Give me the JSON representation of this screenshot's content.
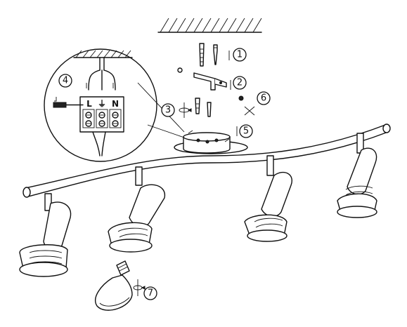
{
  "steps": [
    {
      "id": "step-1",
      "number": "1"
    },
    {
      "id": "step-2",
      "number": "2"
    },
    {
      "id": "step-3",
      "number": "3"
    },
    {
      "id": "step-4",
      "number": "4"
    },
    {
      "id": "step-5",
      "number": "5"
    },
    {
      "id": "step-6",
      "number": "6"
    },
    {
      "id": "step-7",
      "number": "7"
    }
  ],
  "terminals": {
    "live": "L",
    "earth": "⏚",
    "neutral": "N"
  },
  "icons": [
    "ceiling-hatch-icon",
    "screw-icon",
    "bracket-icon",
    "rotation-arrow-icon",
    "bulb-icon",
    "spotlight-icon",
    "terminal-block-icon",
    "screwdriver-icon"
  ]
}
